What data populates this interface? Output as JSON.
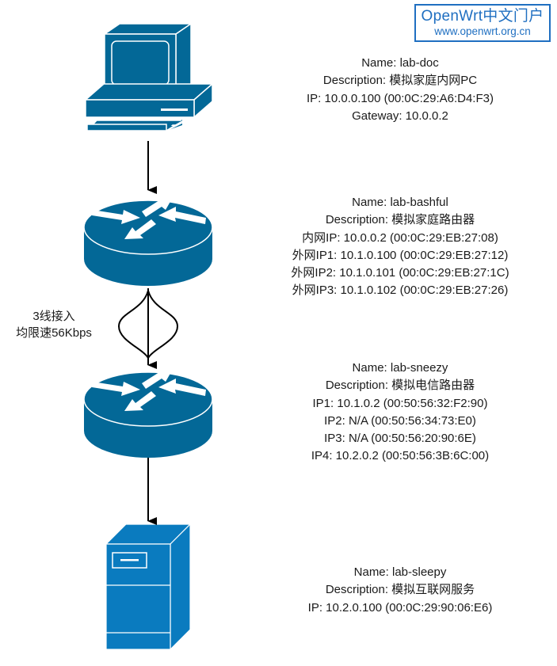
{
  "watermark": {
    "title": "OpenWrt中文门户",
    "url": "www.openwrt.org.cn",
    "color": "#1f6fc1"
  },
  "colors": {
    "device_dark": "#036897",
    "device_server": "#0a7bbf",
    "connector": "#000000"
  },
  "nodes": [
    {
      "id": "lab-doc",
      "icon": "pc-icon",
      "lines": [
        "Name: lab-doc",
        "Description: 模拟家庭内网PC",
        "IP: 10.0.0.100 (00:0C:29:A6:D4:F3)",
        "Gateway: 10.0.0.2"
      ]
    },
    {
      "id": "lab-bashful",
      "icon": "router-icon",
      "lines": [
        "Name: lab-bashful",
        "Description: 模拟家庭路由器",
        "内网IP: 10.0.0.2 (00:0C:29:EB:27:08)",
        "外网IP1: 10.1.0.100 (00:0C:29:EB:27:12)",
        "外网IP2: 10.1.0.101 (00:0C:29:EB:27:1C)",
        "外网IP3: 10.1.0.102 (00:0C:29:EB:27:26)"
      ]
    },
    {
      "id": "lab-sneezy",
      "icon": "router-icon",
      "lines": [
        "Name: lab-sneezy",
        "Description: 模拟电信路由器",
        "IP1: 10.1.0.2 (00:50:56:32:F2:90)",
        "IP2: N/A (00:50:56:34:73:E0)",
        "IP3: N/A (00:50:56:20:90:6E)",
        "IP4: 10.2.0.2 (00:50:56:3B:6C:00)"
      ]
    },
    {
      "id": "lab-sleepy",
      "icon": "server-icon",
      "lines": [
        "Name: lab-sleepy",
        "Description: 模拟互联网服务",
        "IP: 10.2.0.100 (00:0C:29:90:06:E6)"
      ]
    }
  ],
  "links": [
    {
      "from": "lab-doc",
      "to": "lab-bashful",
      "count": 1
    },
    {
      "from": "lab-bashful",
      "to": "lab-sneezy",
      "count": 3,
      "label": [
        "3线接入",
        "均限速56Kbps"
      ]
    },
    {
      "from": "lab-sneezy",
      "to": "lab-sleepy",
      "count": 1
    }
  ]
}
